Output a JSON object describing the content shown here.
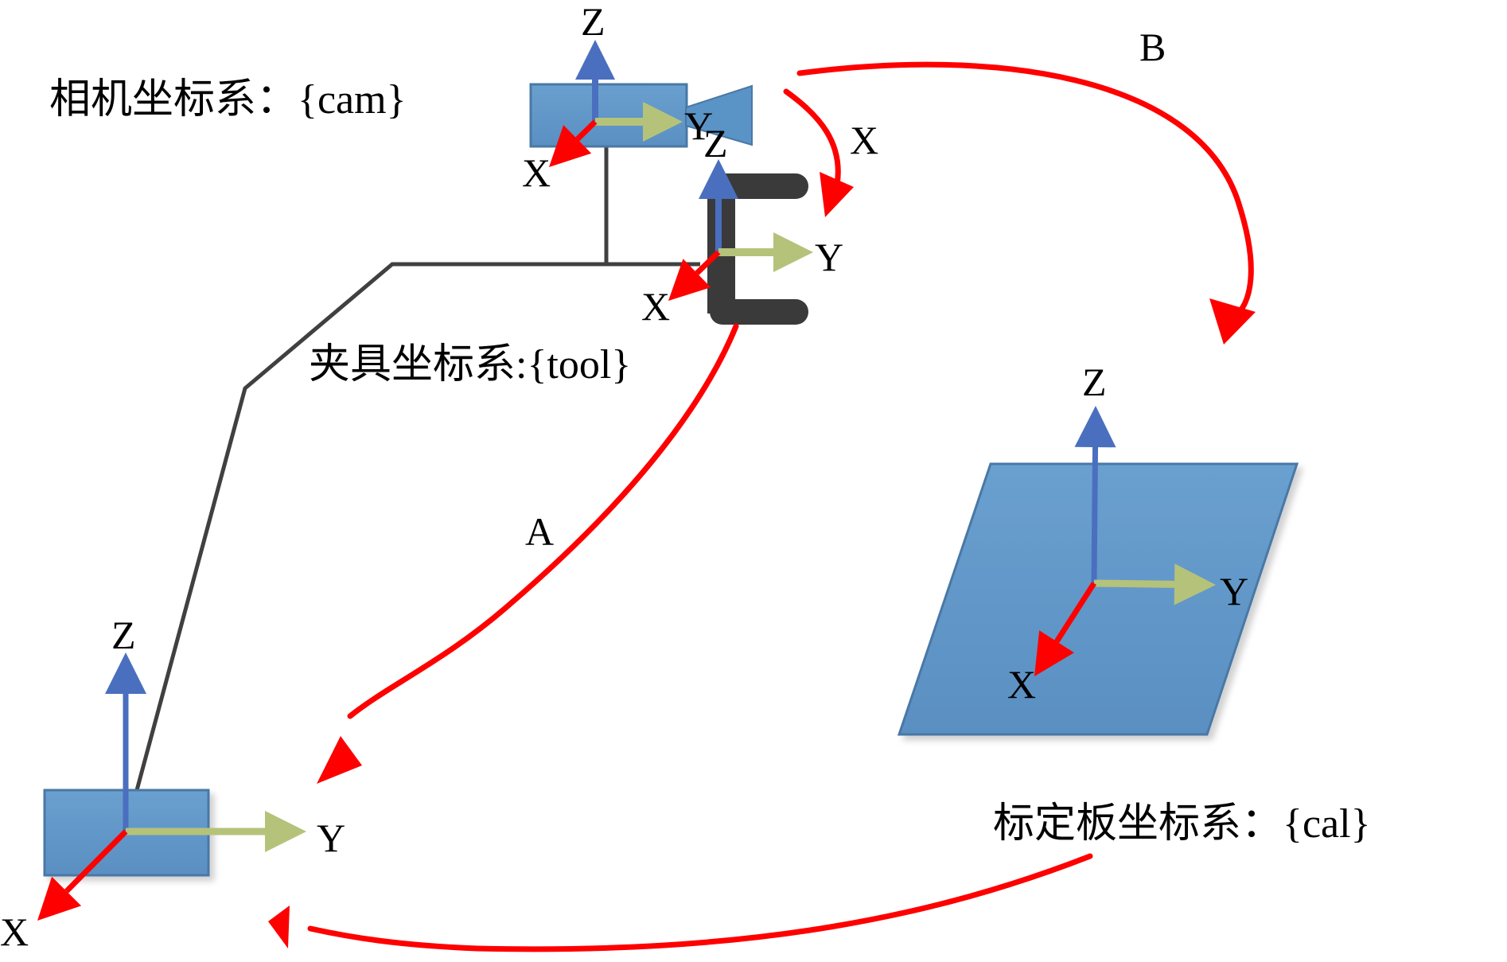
{
  "title": "Hand-eye calibration coordinate systems",
  "colors": {
    "x_axis": "#ff0000",
    "y_axis": "#b5c27a",
    "z_axis": "#4a6fbf",
    "body_fill": "#6098c8",
    "body_stroke": "#4a78a6",
    "gripper": "#3a3a3a",
    "arm": "#404040",
    "transform_arrow": "#ff0000"
  },
  "frames": {
    "cam": {
      "label": "相机坐标系：{cam}",
      "axes": {
        "x": "X",
        "y": "Y",
        "z": "Z"
      }
    },
    "tool": {
      "label": "夹具坐标系:{tool}",
      "axes": {
        "x": "X",
        "y": "Y",
        "z": "Z"
      }
    },
    "base": {
      "axes": {
        "x": "X",
        "y": "Y",
        "z": "Z"
      }
    },
    "cal": {
      "label": "标定板坐标系：{cal}",
      "axes": {
        "x": "X",
        "y": "Y",
        "z": "Z"
      }
    }
  },
  "transforms": {
    "A": "A",
    "B": "B",
    "X": "X"
  }
}
